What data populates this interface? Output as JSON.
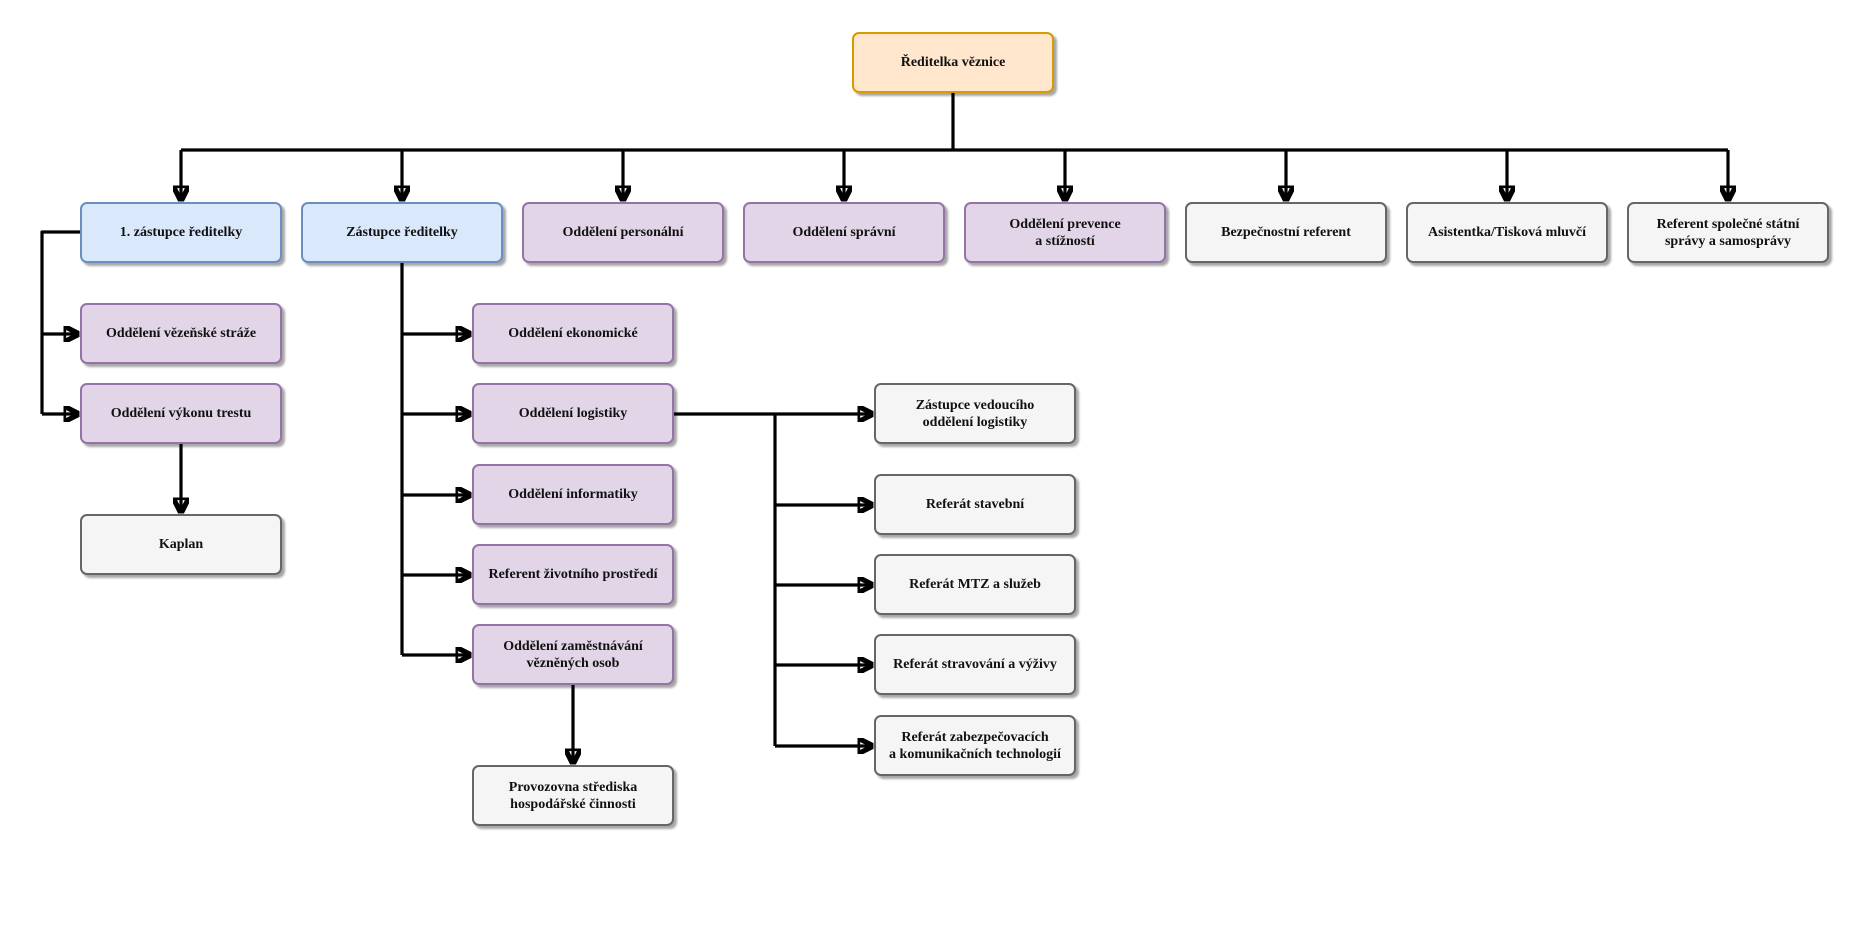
{
  "colors": {
    "orange_fill": "#ffe6cc",
    "orange_stroke": "#d79b00",
    "blue_fill": "#dae8fc",
    "blue_stroke": "#6c8ebf",
    "purple_fill": "#e1d5e7",
    "purple_stroke": "#9673a6",
    "gray_fill": "#f5f5f5",
    "gray_stroke": "#666666",
    "connector": "#000000"
  },
  "nodes": {
    "reditelka": "Ředitelka věznice",
    "zastupce1": "1. zástupce ředitelky",
    "zastupce": "Zástupce ředitelky",
    "personalni": "Oddělení personální",
    "spravni": "Oddělení správní",
    "prevence": "Oddělení prevence\na stížností",
    "bezpecnostni": "Bezpečnostní referent",
    "asistentka": "Asistentka/Tisková mluvčí",
    "referent_spravy": "Referent společné státní\nsprávy a samosprávy",
    "straze": "Oddělení vězeňské stráže",
    "vykon": "Oddělení výkonu trestu",
    "kaplan": "Kaplan",
    "ekonomicke": "Oddělení ekonomické",
    "logistiky": "Oddělení logistiky",
    "informatiky": "Oddělení informatiky",
    "zivotni": "Referent životního prostředí",
    "zamestnavani": "Oddělení zaměstnávání\nvězněných osob",
    "provozovna": "Provozovna střediska\nhospodářské činnosti",
    "zastupce_logistiky": "Zástupce vedoucího\noddělení logistiky",
    "stavebni": "Referát stavební",
    "mtz": "Referát MTZ a služeb",
    "stravovani": "Referát stravování a výživy",
    "zabezpecovacich": "Referát zabezpečovacích\na komunikačních technologií"
  }
}
